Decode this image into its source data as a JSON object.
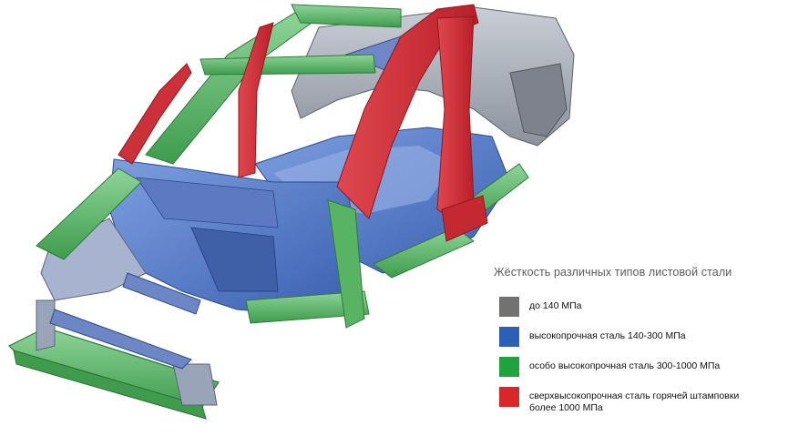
{
  "legend": {
    "title": "Жёсткость различных типов листовой стали",
    "items": [
      {
        "label": "до 140 МПа",
        "color": "#717370"
      },
      {
        "label": "высокопрочная сталь 140-300 МПа",
        "color": "#2c5fb6"
      },
      {
        "label": "особо высокопрочная сталь 300-1000 МПа",
        "color": "#22a23c"
      },
      {
        "label_line1": "сверхвысокопрочная сталь горячей штамповки",
        "label_line2": "более 1000 МПа",
        "color": "#d8262b"
      }
    ]
  },
  "colors": {
    "gray_steel": "#9aa0a8",
    "blue_steel": "#4a72c8",
    "green_steel": "#5cb56a",
    "red_steel": "#d0323a"
  }
}
